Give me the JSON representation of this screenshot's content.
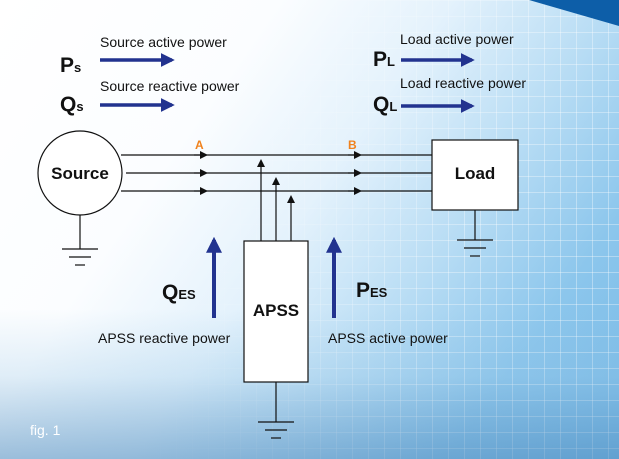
{
  "nodes": {
    "source": "Source",
    "load": "Load",
    "apss": "APSS"
  },
  "points": {
    "a": "A",
    "b": "B"
  },
  "symbols": {
    "ps": {
      "main": "P",
      "sub": "s"
    },
    "qs": {
      "main": "Q",
      "sub": "s"
    },
    "pl": {
      "main": "P",
      "sub": "L"
    },
    "ql": {
      "main": "Q",
      "sub": "L"
    },
    "qes": {
      "main": "Q",
      "sub": "ES"
    },
    "pes": {
      "main": "P",
      "sub": "ES"
    }
  },
  "labels": {
    "source_active": "Source active power",
    "source_reactive": "Source reactive power",
    "load_active": "Load active power",
    "load_reactive": "Load reactive power",
    "apss_reactive": "APSS reactive power",
    "apss_active": "APSS active power"
  },
  "figure": "fig. 1",
  "colors": {
    "arrow": "#22338f",
    "line": "#111111",
    "node_label": "#f0821e",
    "corner": "#0d5ea8"
  }
}
